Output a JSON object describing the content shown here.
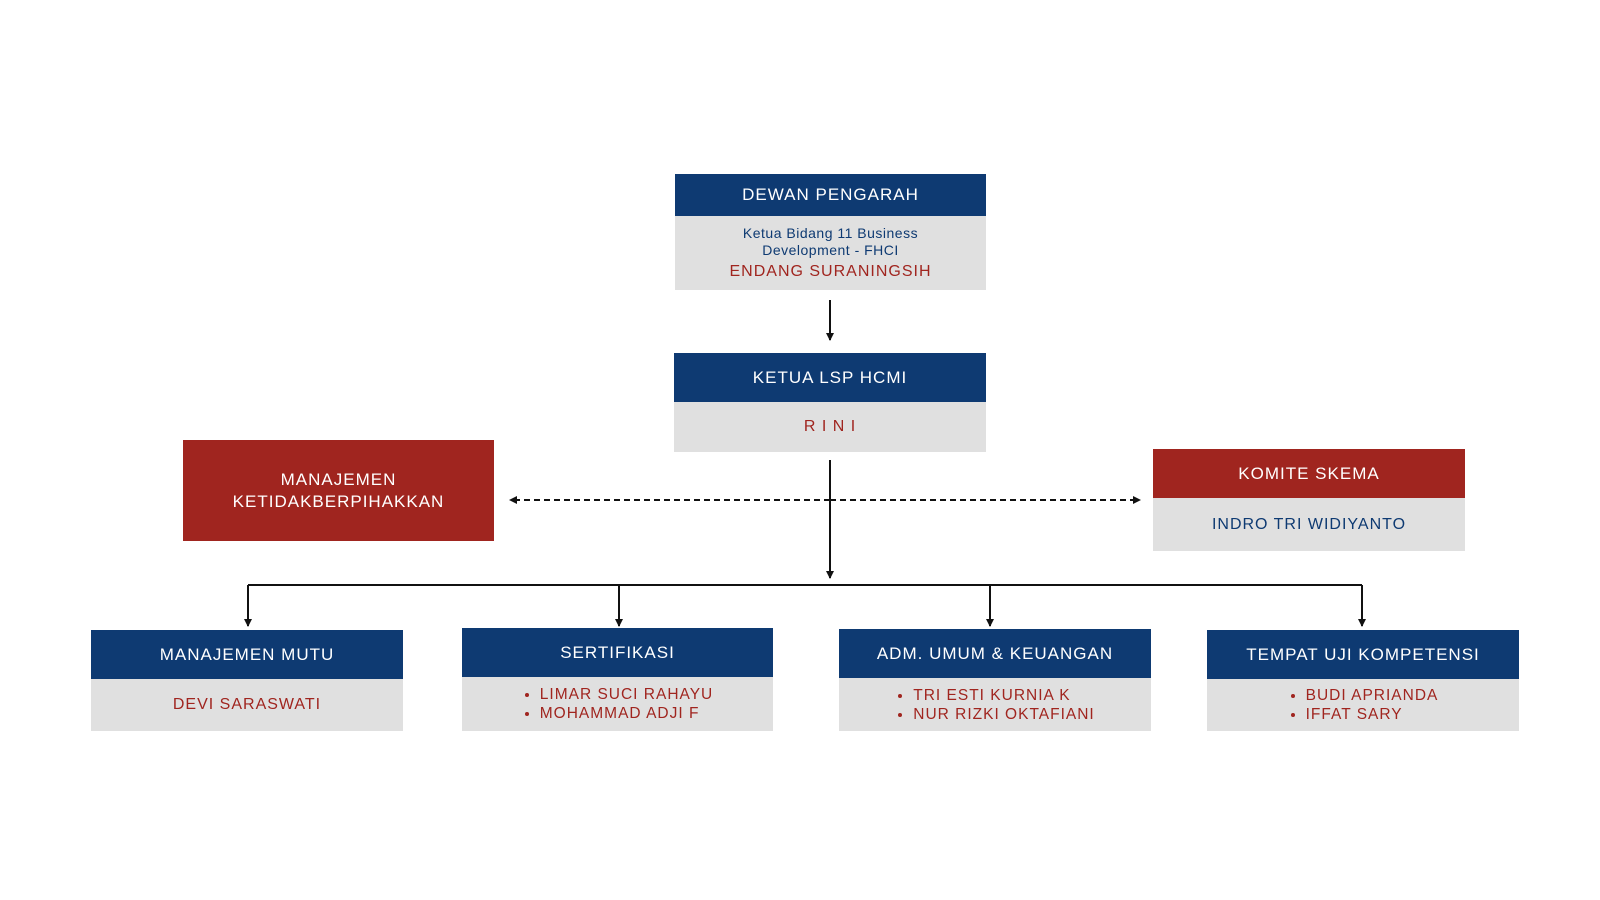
{
  "dewan": {
    "title": "DEWAN PENGARAH",
    "subtitle": "Ketua Bidang 11 Business Development - FHCI",
    "name": "ENDANG SURANINGSIH"
  },
  "ketua": {
    "title": "KETUA LSP HCMI",
    "name": "R I N I"
  },
  "manajemen_ketidakberpihakan": {
    "title": "MANAJEMEN KETIDAKBERPIHAKKAN"
  },
  "komite": {
    "title": "KOMITE SKEMA",
    "name": "INDRO TRI WIDIYANTO"
  },
  "units": [
    {
      "title": "MANAJEMEN MUTU",
      "members": [
        "DEVI SARASWATI"
      ]
    },
    {
      "title": "SERTIFIKASI",
      "members": [
        "LIMAR SUCI RAHAYU",
        "MOHAMMAD ADJI F"
      ]
    },
    {
      "title": "ADM. UMUM & KEUANGAN",
      "members": [
        "TRI ESTI KURNIA K",
        "NUR RIZKI OKTAFIANI"
      ]
    },
    {
      "title": "TEMPAT UJI KOMPETENSI",
      "members": [
        "BUDI APRIANDA",
        "IFFAT SARY"
      ]
    }
  ],
  "colors": {
    "blue": "#0e3a72",
    "red": "#a0251f",
    "gray": "#e0e0e0"
  }
}
